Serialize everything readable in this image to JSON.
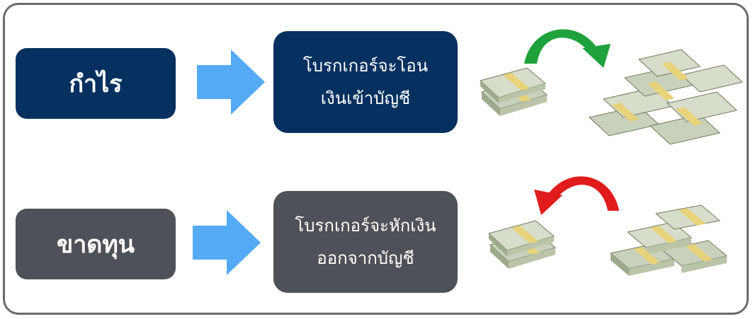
{
  "colors": {
    "profit_fill": "#05305f",
    "loss_fill": "#4e5258",
    "block_arrow": "#55aaf5",
    "green_arrow": "#1fa23c",
    "red_arrow": "#e01c1c",
    "frame": "#6b6b6b"
  },
  "profit": {
    "label": "กำไร",
    "message_line1": "โบรกเกอร์จะโอน",
    "message_line2": "เงินเข้าบัญชี",
    "flow_icon": "money-increase-arrow-icon"
  },
  "loss": {
    "label": "ขาดทุน",
    "message_line1": "โบรกเกอร์จะหักเงิน",
    "message_line2": "ออกจากบัญชี",
    "flow_icon": "money-decrease-arrow-icon"
  }
}
